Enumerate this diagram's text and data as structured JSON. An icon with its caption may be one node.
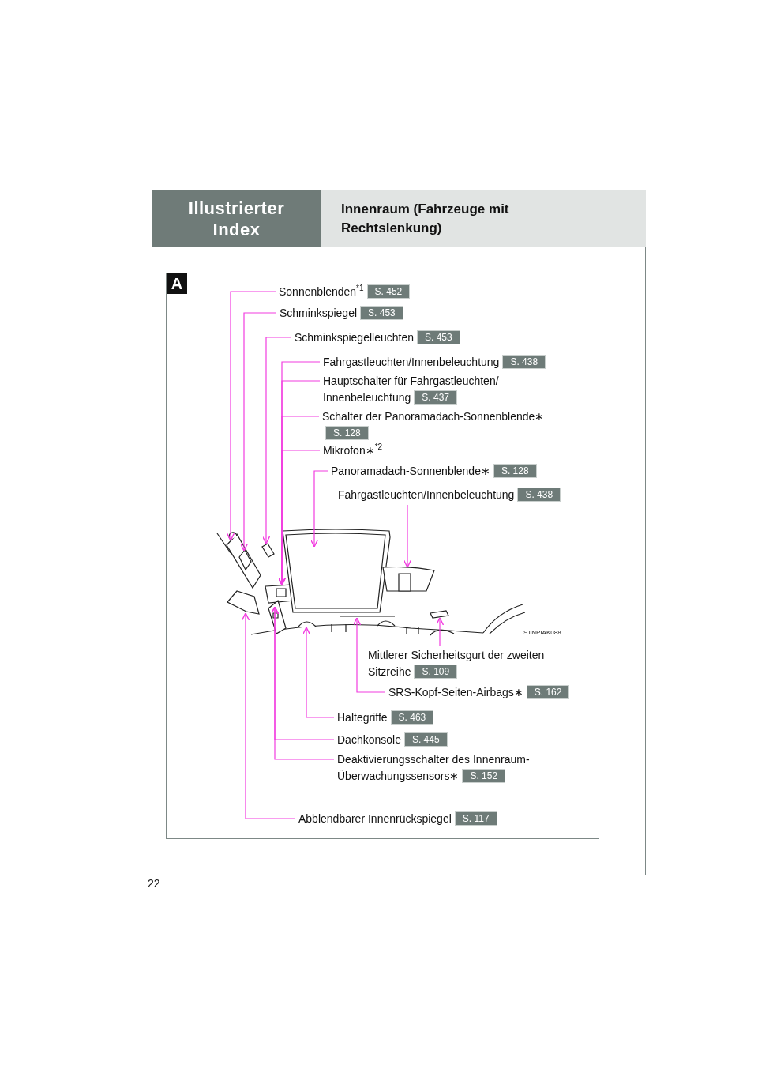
{
  "diagram": {
    "title": "Innenraum (Fahrzeuge mit Rechtslenkung)",
    "nodes": [
      {
        "text": [
          "Sonnenblenden$^{*1}$",
          "S. 452"
        ]
      },
      {
        "text": [
          "Schminkspiegel",
          "S. 453"
        ]
      },
      {
        "text": [
          "Schminkspiegelleuchten",
          "S. 453"
        ]
      },
      {
        "text": [
          "Fahrgastleuchten/Innenbeleuchtung",
          "S. 438"
        ]
      },
      {
        "text": [
          "Hauptschalter für Fahrgastleuchten/ Innenbeleuchtung",
          "S. 437"
        ]
      },
      {
        "text": [
          "Schalter der Panoramadach-Sonnenblende∗",
          "S. 128"
        ]
      },
      {
        "text": [
          "Mikrofon∗$^{*2}$"
        ]
      },
      {
        "text": [
          "Panoramadach-Sonnenblende∗",
          "S. 128"
        ]
      },
      {
        "text": [
          "Fahrgastleuchten/Innenbeleuchtung",
          "S. 438"
        ]
      },
      {
        "text": [
          "Mittlerer Sicherheitsgurt der zweiten Sitzreihe",
          "S. 109"
        ]
      },
      {
        "text": [
          "SRS-Kopf-Seiten-Airbags∗",
          "S. 162"
        ]
      },
      {
        "text": [
          "Haltegriffe",
          "S. 463"
        ]
      },
      {
        "text": [
          "Dachkonsole",
          "S. 445"
        ]
      },
      {
        "text": [
          "Deaktivierungsschalter des Innenraum- Überwachungssensors∗",
          "S. 152"
        ]
      },
      {
        "text": [
          "Abblendbarer Innenrückspiegel",
          "S. 117"
        ]
      },
      {
        "text": [],
        "shape": "picture"
      },
      {
        "text": [],
        "shape": "picture",
        "in": 15
      },
      {
        "text": [],
        "shape": "picture"
      },
      {
        "text": [],
        "shape": "picture"
      },
      {
        "text": [],
        "shape": "picture"
      },
      {
        "text": [],
        "shape": "picture"
      },
      {
        "text": [],
        "shape": "picture"
      },
      {
        "text": [],
        "shape": "picture"
      },
      {
        "text": [],
        "shape": "picture"
      },
      {
        "text": [],
        "shape": "picture"
      },
      {
        "text": [],
        "shape": "picture"
      }
    ],
    "edges": [
      {
        "from": 0,
        "to": 15,
        "arrow": "to"
      },
      {
        "from": 1,
        "to": 16,
        "arrow": "to"
      },
      {
        "from": 2,
        "to": 17,
        "arrow": "to"
      },
      {
        "from": 3,
        "to": 18,
        "arrow": "to"
      },
      {
        "from": 4,
        "to": 18,
        "arrow": "to"
      },
      {
        "from": 5,
        "to": 18,
        "arrow": "to"
      },
      {
        "from": 6,
        "to": 18,
        "arrow": "to"
      },
      {
        "from": 7,
        "to": 19,
        "arrow": "to"
      },
      {
        "from": 8,
        "to": 20,
        "arrow": "to"
      },
      {
        "from": 9,
        "to": 21,
        "arrow": "to"
      },
      {
        "from": 10,
        "to": 22,
        "arrow": "to"
      },
      {
        "from": 11,
        "to": 23,
        "arrow": "to"
      },
      {
        "from": 12,
        "to": 24,
        "arrow": "to"
      },
      {
        "from": 13,
        "to": 24,
        "arrow": "to"
      },
      {
        "from": 14,
        "to": 25,
        "arrow": "to"
      }
    ],
    "labels": [
      "Illustrierter Index",
      "A",
      "STNPIAK088",
      "22"
    ]
  }
}
